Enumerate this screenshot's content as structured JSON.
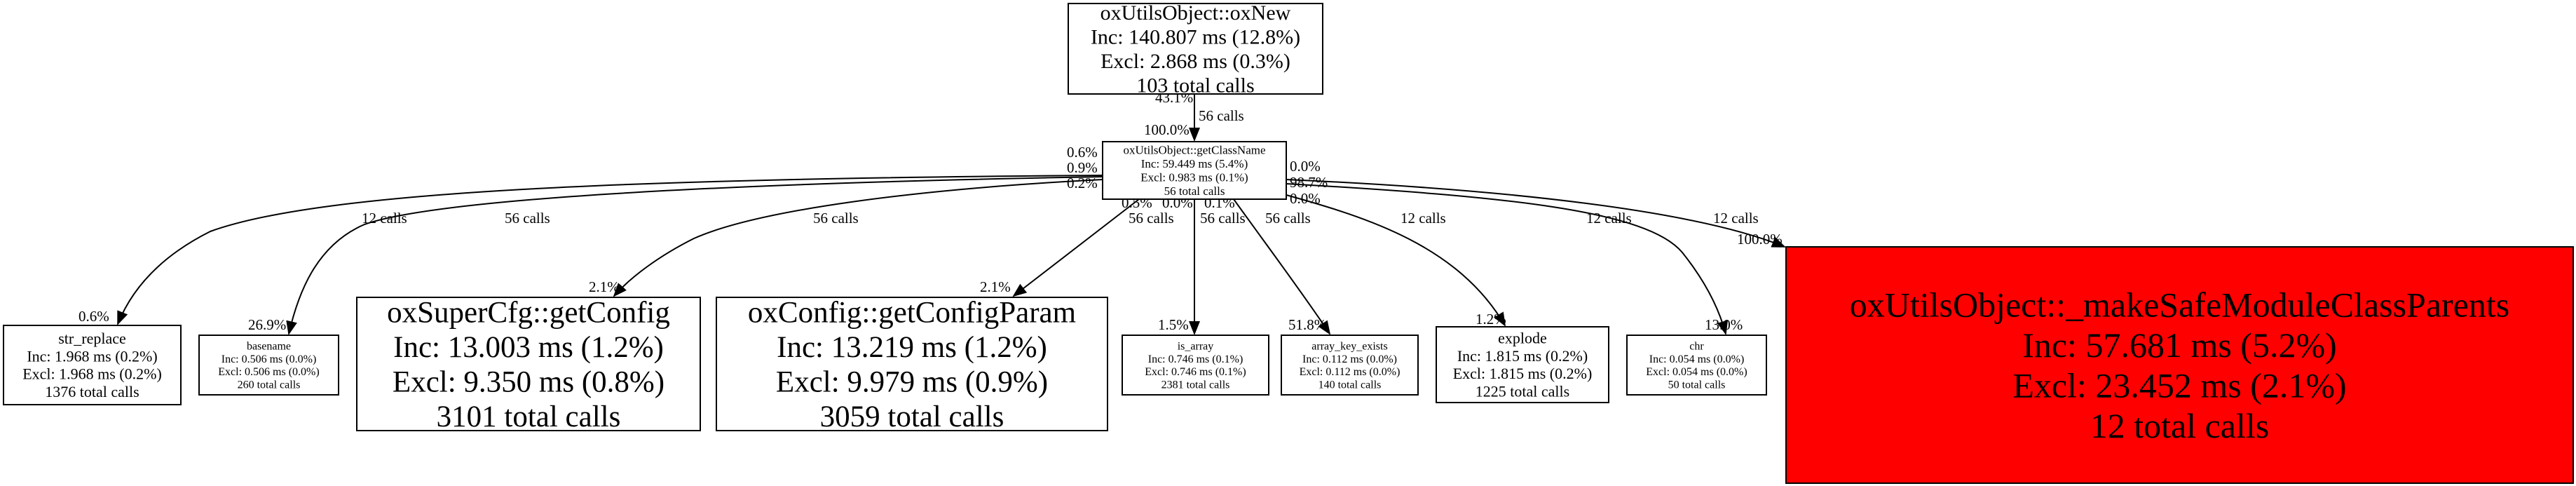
{
  "colors": {
    "hot_node": "#ff0000",
    "node": "#ffffff",
    "edge": "#000000"
  },
  "nodes": [
    {
      "id": "oxNew",
      "lines": [
        "oxUtilsObject::oxNew",
        "Inc: 140.807 ms (12.8%)",
        "Excl: 2.868 ms (0.3%)",
        "103 total calls"
      ]
    },
    {
      "id": "getClassName",
      "lines": [
        "oxUtilsObject::getClassName",
        "Inc: 59.449 ms (5.4%)",
        "Excl: 0.983 ms (0.1%)",
        "56 total calls"
      ]
    },
    {
      "id": "str_replace",
      "lines": [
        "str_replace",
        "Inc: 1.968 ms (0.2%)",
        "Excl: 1.968 ms (0.2%)",
        "1376 total calls"
      ]
    },
    {
      "id": "basename",
      "lines": [
        "basename",
        "Inc: 0.506 ms (0.0%)",
        "Excl: 0.506 ms (0.0%)",
        "260 total calls"
      ]
    },
    {
      "id": "getConfig",
      "lines": [
        "oxSuperCfg::getConfig",
        "Inc: 13.003 ms (1.2%)",
        "Excl: 9.350 ms (0.8%)",
        "3101 total calls"
      ]
    },
    {
      "id": "getConfigParam",
      "lines": [
        "oxConfig::getConfigParam",
        "Inc: 13.219 ms (1.2%)",
        "Excl: 9.979 ms (0.9%)",
        "3059 total calls"
      ]
    },
    {
      "id": "is_array",
      "lines": [
        "is_array",
        "Inc: 0.746 ms (0.1%)",
        "Excl: 0.746 ms (0.1%)",
        "2381 total calls"
      ]
    },
    {
      "id": "array_key_exists",
      "lines": [
        "array_key_exists",
        "Inc: 0.112 ms (0.0%)",
        "Excl: 0.112 ms (0.0%)",
        "140 total calls"
      ]
    },
    {
      "id": "explode",
      "lines": [
        "explode",
        "Inc: 1.815 ms (0.2%)",
        "Excl: 1.815 ms (0.2%)",
        "1225 total calls"
      ]
    },
    {
      "id": "chr",
      "lines": [
        "chr",
        "Inc: 0.054 ms (0.0%)",
        "Excl: 0.054 ms (0.0%)",
        "50 total calls"
      ]
    },
    {
      "id": "makeSafe",
      "hot": true,
      "lines": [
        "oxUtilsObject::_makeSafeModuleClassParents",
        "Inc: 57.681 ms (5.2%)",
        "Excl: 23.452 ms (2.1%)",
        "12 total calls"
      ]
    }
  ],
  "edges": [
    {
      "from": "oxNew",
      "to": "getClassName",
      "calls": "56 calls",
      "tail_pct": "43.1%",
      "head_pct": "100.0%"
    },
    {
      "from": "getClassName",
      "to": "str_replace",
      "calls": "12 calls",
      "tail_pct": "0.6%",
      "head_pct": "0.6%"
    },
    {
      "from": "getClassName",
      "to": "basename",
      "calls": "56 calls",
      "tail_pct": "0.9%",
      "head_pct": "26.9%"
    },
    {
      "from": "getClassName",
      "to": "getConfig",
      "calls": "56 calls",
      "tail_pct": "0.2%",
      "head_pct": "2.1%"
    },
    {
      "from": "getClassName",
      "to": "getConfigParam",
      "calls": "56 calls",
      "tail_pct": "0.5%",
      "head_pct": "2.1%"
    },
    {
      "from": "getClassName",
      "to": "is_array",
      "calls": "56 calls",
      "tail_pct": "0.0%",
      "head_pct": "1.5%"
    },
    {
      "from": "getClassName",
      "to": "array_key_exists",
      "calls": "56 calls",
      "tail_pct": "0.1%",
      "head_pct": "51.8%"
    },
    {
      "from": "getClassName",
      "to": "explode",
      "calls": "12 calls",
      "tail_pct": "0.0%",
      "head_pct": "1.2%"
    },
    {
      "from": "getClassName",
      "to": "chr",
      "calls": "12 calls",
      "tail_pct": "0.0%",
      "head_pct": "13.0%"
    },
    {
      "from": "getClassName",
      "to": "makeSafe",
      "calls": "12 calls",
      "tail_pct": "98.7%",
      "head_pct": "100.0%"
    }
  ]
}
